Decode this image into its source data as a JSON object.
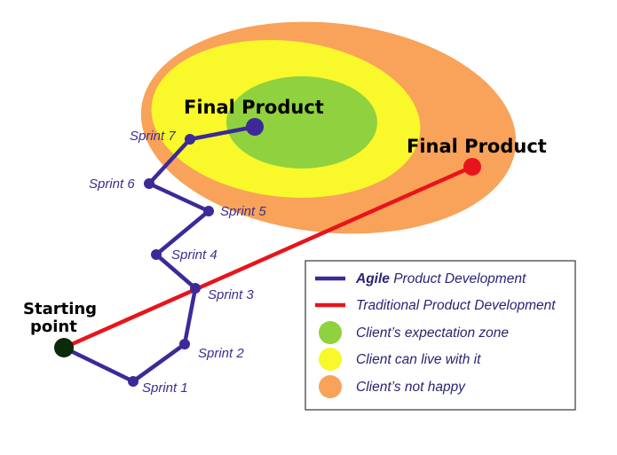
{
  "colors": {
    "agile": "#3b2a98",
    "traditional": "#e8141c",
    "expectation": "#8fd13f",
    "live_with": "#f8f82a",
    "not_happy": "#f8a25a",
    "start_point": "#0a2a0a"
  },
  "labels": {
    "agile_final": "Final Product",
    "traditional_final": "Final Product",
    "starting_point_line1": "Starting",
    "starting_point_line2": "point"
  },
  "sprints": [
    {
      "label": "Sprint 1"
    },
    {
      "label": "Sprint 2"
    },
    {
      "label": "Sprint 3"
    },
    {
      "label": "Sprint 4"
    },
    {
      "label": "Sprint 5"
    },
    {
      "label": "Sprint 6"
    },
    {
      "label": "Sprint 7"
    }
  ],
  "legend": {
    "agile_word": "Agile",
    "agile_rest": " Product Development",
    "traditional": "Traditional Product Development",
    "expectation": "Client’s expectation zone",
    "live_with": "Client can live with it",
    "not_happy": "Client’s not happy"
  }
}
